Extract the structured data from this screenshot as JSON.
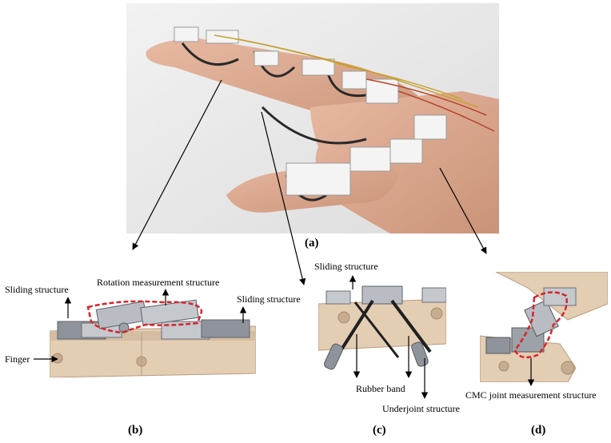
{
  "figure": {
    "captions": {
      "a": "(a)",
      "b": "(b)",
      "c": "(c)",
      "d": "(d)"
    },
    "labels": {
      "sliding_structure_left": "Sliding structure",
      "rotation_measurement": "Rotation measurement structure",
      "sliding_structure_right": "Sliding structure",
      "finger": "Finger",
      "sliding_structure_c": "Sliding structure",
      "rubber_band": "Rubber band",
      "underjoint_structure": "Underjoint structure",
      "cmc_joint": "CMC joint measurement structure"
    },
    "colors": {
      "highlight": "#d8232a",
      "background": "#ffffff",
      "skin": "#d9a88f",
      "model_beige": "#e3cdb3",
      "model_grey": "#8f949c"
    }
  }
}
